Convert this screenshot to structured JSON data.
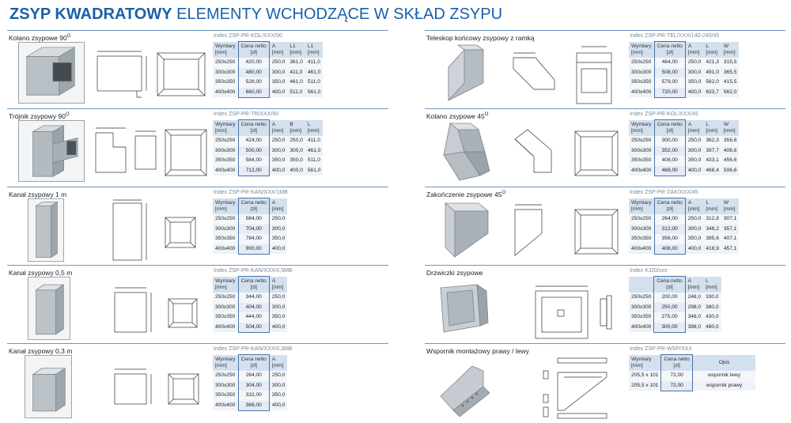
{
  "page": {
    "title_bold": "ZSYP KWADRATOWY",
    "title_light": "ELEMENTY WCHODZĄCE W SKŁAD ZSYPU"
  },
  "colors": {
    "accent": "#1a5fa8",
    "table_header": "#d3e0ee",
    "price_border": "#4a75a6",
    "divider": "#6c97c4"
  },
  "left_sections": [
    {
      "title": "Kolano zsypowe 90",
      "title_sup": "O",
      "index": "Index ZSP-PR-KOL/XXX/90",
      "columns": [
        [
          "Wymiary",
          "[mm]"
        ],
        [
          "Cena netto",
          "[zł]"
        ],
        [
          "A",
          "[mm]"
        ],
        [
          "L1",
          "[mm]"
        ],
        [
          "L1",
          "[mm]"
        ]
      ],
      "rows": [
        [
          "250x250",
          "420,00",
          "250,0",
          "361,0",
          "411,0"
        ],
        [
          "300x300",
          "480,00",
          "300,0",
          "411,0",
          "461,0"
        ],
        [
          "350x350",
          "528,00",
          "350,0",
          "461,0",
          "511,0"
        ],
        [
          "400x400",
          "660,00",
          "400,0",
          "511,0",
          "561,0"
        ]
      ]
    },
    {
      "title": "Trójnik zsypowy 90",
      "title_sup": "O",
      "index": "Index ZSP-PR-TR/XXX/90",
      "columns": [
        [
          "Wymiary",
          "[mm]"
        ],
        [
          "Cena netto",
          "[zł]"
        ],
        [
          "A",
          "[mm]"
        ],
        [
          "B",
          "[mm]"
        ],
        [
          "L",
          "[mm]"
        ]
      ],
      "rows": [
        [
          "250x250",
          "424,00",
          "250,0",
          "250,0",
          "411,0"
        ],
        [
          "300x300",
          "500,00",
          "300,0",
          "300,0",
          "461,0"
        ],
        [
          "350x350",
          "584,00",
          "350,0",
          "350,0",
          "511,0"
        ],
        [
          "400x400",
          "712,00",
          "400,0",
          "400,0",
          "561,0"
        ]
      ]
    },
    {
      "title": "Kanał zsypowy 1 m",
      "title_sup": "",
      "index": "Index ZSP-PR-KAN/XXX/1MB",
      "columns": [
        [
          "Wymiary",
          "[mm]"
        ],
        [
          "Cena netto",
          "[zł]"
        ],
        [
          "A",
          "[mm]"
        ]
      ],
      "rows": [
        [
          "250x250",
          "584,00",
          "250,0"
        ],
        [
          "300x300",
          "704,00",
          "300,0"
        ],
        [
          "350x350",
          "784,00",
          "350,0"
        ],
        [
          "400x400",
          "900,00",
          "400,0"
        ]
      ]
    },
    {
      "title": "Kanał zsypowy 0,5 m",
      "title_sup": "",
      "index": "Index ZSP-PR-KAN/XXX/0,5MB",
      "columns": [
        [
          "Wymiary",
          "[mm]"
        ],
        [
          "Cena netto",
          "[zł]"
        ],
        [
          "A",
          "[mm]"
        ]
      ],
      "rows": [
        [
          "250x250",
          "344,00",
          "250,0"
        ],
        [
          "300x300",
          "404,00",
          "300,0"
        ],
        [
          "350x350",
          "444,00",
          "350,0"
        ],
        [
          "400x400",
          "504,00",
          "400,0"
        ]
      ]
    },
    {
      "title": "Kanał zsypowy 0,3 m",
      "title_sup": "",
      "index": "Index ZSP-PR-KAN/XXX/0,3MB",
      "columns": [
        [
          "Wymiary",
          "[mm]"
        ],
        [
          "Cena netto",
          "[zł]"
        ],
        [
          "A",
          "[mm]"
        ]
      ],
      "rows": [
        [
          "250x250",
          "264,00",
          "250,0"
        ],
        [
          "300x300",
          "304,00",
          "300,0"
        ],
        [
          "350x350",
          "332,00",
          "350,0"
        ],
        [
          "400x400",
          "368,00",
          "400,0"
        ]
      ]
    }
  ],
  "right_sections": [
    {
      "title": "Teleskop końcowy zsypowy z ramką",
      "title_sup": "",
      "index": "Index ZSP-PR-TEL/XXX/140-240/45",
      "columns": [
        [
          "Wymiary",
          "[mm]"
        ],
        [
          "Cena netto",
          "[zł]"
        ],
        [
          "A",
          "[mm]"
        ],
        [
          "L",
          "[mm]"
        ],
        [
          "W",
          "[mm]"
        ]
      ],
      "rows": [
        [
          "250x250",
          "464,00",
          "250,0",
          "421,3",
          "315,5"
        ],
        [
          "300x300",
          "508,00",
          "300,0",
          "491,0",
          "365,5"
        ],
        [
          "350x350",
          "579,00",
          "350,0",
          "562,0",
          "415,5"
        ],
        [
          "400x400",
          "720,00",
          "400,0",
          "633,7",
          "562,0"
        ]
      ]
    },
    {
      "title": "Kolano zsypowe 45",
      "title_sup": "O",
      "index": "Index ZSP-PR-KOL/XXX/45",
      "columns": [
        [
          "Wymiary",
          "[mm]"
        ],
        [
          "Cena netto",
          "[zł]"
        ],
        [
          "A",
          "[mm]"
        ],
        [
          "L",
          "[mm]"
        ],
        [
          "W",
          "[mm]"
        ]
      ],
      "rows": [
        [
          "250x250",
          "300,00",
          "250,0",
          "362,3",
          "356,6"
        ],
        [
          "300x300",
          "352,00",
          "300,0",
          "397,7",
          "406,6"
        ],
        [
          "350x350",
          "408,00",
          "350,0",
          "433,1",
          "456,6"
        ],
        [
          "400x400",
          "468,00",
          "400,0",
          "468,4",
          "506,6"
        ]
      ]
    },
    {
      "title": "Zakończenie zsypowe 45",
      "title_sup": "O",
      "index": "Index ZSP-PR-ZAK/XXX/45",
      "columns": [
        [
          "Wymiary",
          "[mm]"
        ],
        [
          "Cena netto",
          "[zł]"
        ],
        [
          "A",
          "[mm]"
        ],
        [
          "L",
          "[mm]"
        ],
        [
          "W",
          "[mm]"
        ]
      ],
      "rows": [
        [
          "250x250",
          "264,00",
          "250,0",
          "312,8",
          "307,1"
        ],
        [
          "300x300",
          "312,00",
          "300,0",
          "348,2",
          "357,1"
        ],
        [
          "350x350",
          "356,00",
          "350,0",
          "385,6",
          "407,1"
        ],
        [
          "400x400",
          "408,00",
          "400,0",
          "418,9",
          "457,1"
        ]
      ]
    },
    {
      "title": "Drzwiczki zsypowe",
      "title_sup": "",
      "index": "Index KJ20/xxx",
      "columns": [
        [
          "",
          ""
        ],
        [
          "Cena netto",
          "[zł]"
        ],
        [
          "A",
          "[mm]"
        ],
        [
          "L",
          "[mm]"
        ]
      ],
      "rows": [
        [
          "250x250",
          "200,00",
          "248,0",
          "330,0"
        ],
        [
          "300x300",
          "250,00",
          "298,0",
          "380,0"
        ],
        [
          "350x350",
          "275,00",
          "348,0",
          "430,0"
        ],
        [
          "400x400",
          "300,00",
          "398,0",
          "480,0"
        ]
      ]
    },
    {
      "title": "Wspornik montażowy prawy / lewy",
      "title_sup": "",
      "index": "Index ZSP-PR-WSP/XXX",
      "columns": [
        [
          "Wymiary",
          "[mm]"
        ],
        [
          "Cena netto",
          "[zł]"
        ],
        [
          "Opis",
          ""
        ]
      ],
      "rows": [
        [
          "205,5 x 101",
          "72,00",
          "wspornik lewy"
        ],
        [
          "205,5 x 101",
          "72,00",
          "wspornik prawy"
        ]
      ]
    }
  ]
}
